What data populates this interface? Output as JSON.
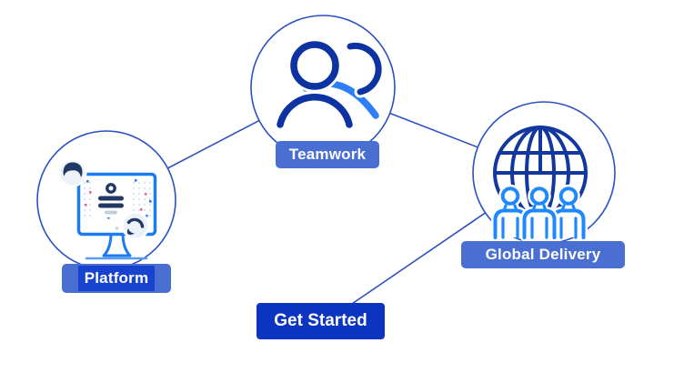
{
  "diagram": {
    "nodes": [
      {
        "id": "platform",
        "label": "Platform",
        "icon": "monitor-illustration-icon"
      },
      {
        "id": "teamwork",
        "label": "Teamwork",
        "icon": "team-users-icon"
      },
      {
        "id": "global_delivery",
        "label": "Global Delivery",
        "icon": "globe-people-icon"
      }
    ],
    "edges": [
      {
        "from": "platform",
        "to": "teamwork"
      },
      {
        "from": "teamwork",
        "to": "global_delivery"
      },
      {
        "from": "global_delivery",
        "to": "get_started_button"
      }
    ],
    "cta": {
      "label": "Get Started"
    }
  },
  "colors": {
    "node_border": "#2b50c4",
    "connector_line": "#2b50c4",
    "badge_background": "#4a6fd2",
    "badge_text": "#ffffff",
    "platform_selection_background": "#1843cf",
    "cta_background": "#0b34c1",
    "icon_navy": "#0d33a3",
    "icon_light_blue": "#2e7ff7",
    "monitor_blue": "#1a7cf0",
    "form_navy": "#1f3864",
    "screen_dot_blue": "#2e7cf6",
    "screen_dot_pink": "#f0649a"
  }
}
